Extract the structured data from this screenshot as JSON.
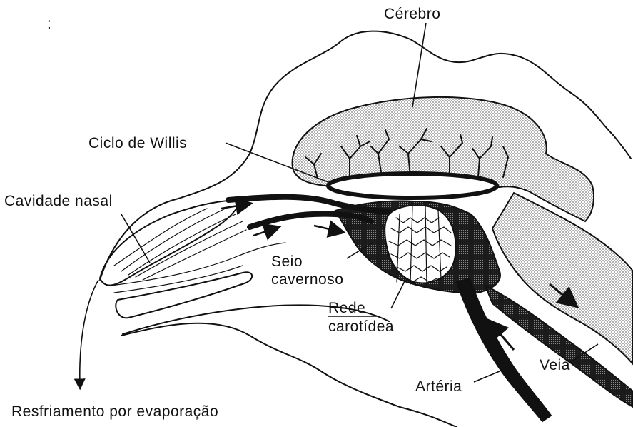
{
  "labels": {
    "cerebro": "Cérebro",
    "ciclo_willis": "Ciclo de Willis",
    "cavidade_nasal": "Cavidade nasal",
    "seio_line1": "Seio",
    "seio_line2": "cavernoso",
    "rede_line1": "Rede",
    "rede_line2": "carotídea",
    "veia": "Veia",
    "arteria": "Artéria",
    "resfriamento": "Resfriamento por evaporação"
  },
  "marks": {
    "corner_mark": ":"
  },
  "colors": {
    "ink": "#111111",
    "stipple": "#bdbdbd",
    "background": "#ffffff"
  }
}
